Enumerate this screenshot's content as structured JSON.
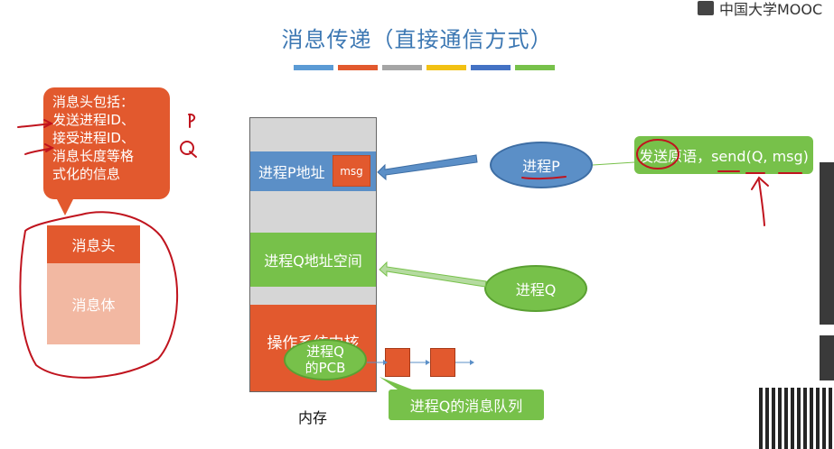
{
  "brand": {
    "text": "中国大学MOOC"
  },
  "slide": {
    "title": "消息传递（直接通信方式）",
    "title_bar_colors": [
      "#5b9bd5",
      "#e2592e",
      "#a5a5a5",
      "#f2c113",
      "#4472c4",
      "#77c14a"
    ]
  },
  "callout": {
    "lines": [
      "消息头包括：",
      "发送进程ID、",
      "接受进程ID、",
      "消息长度等格",
      "式化的信息"
    ]
  },
  "message": {
    "head": "消息头",
    "body": "消息体"
  },
  "memory": {
    "p_space": "进程P地址",
    "msg_tag": "msg",
    "q_space": "进程Q地址空间",
    "kernel": "操作系统内核",
    "label": "内存"
  },
  "pcb": {
    "line1": "进程Q",
    "line2": "的PCB"
  },
  "process_p": {
    "label": "进程P"
  },
  "process_q": {
    "label": "进程Q"
  },
  "send_box": {
    "label": "发送原语，send(Q, msg)"
  },
  "queue": {
    "label": "进程Q的消息队列"
  },
  "colors": {
    "orange": "#e2592e",
    "blue": "#5b8fc7",
    "green": "#77c14a",
    "annotation_red": "#c0141e"
  }
}
